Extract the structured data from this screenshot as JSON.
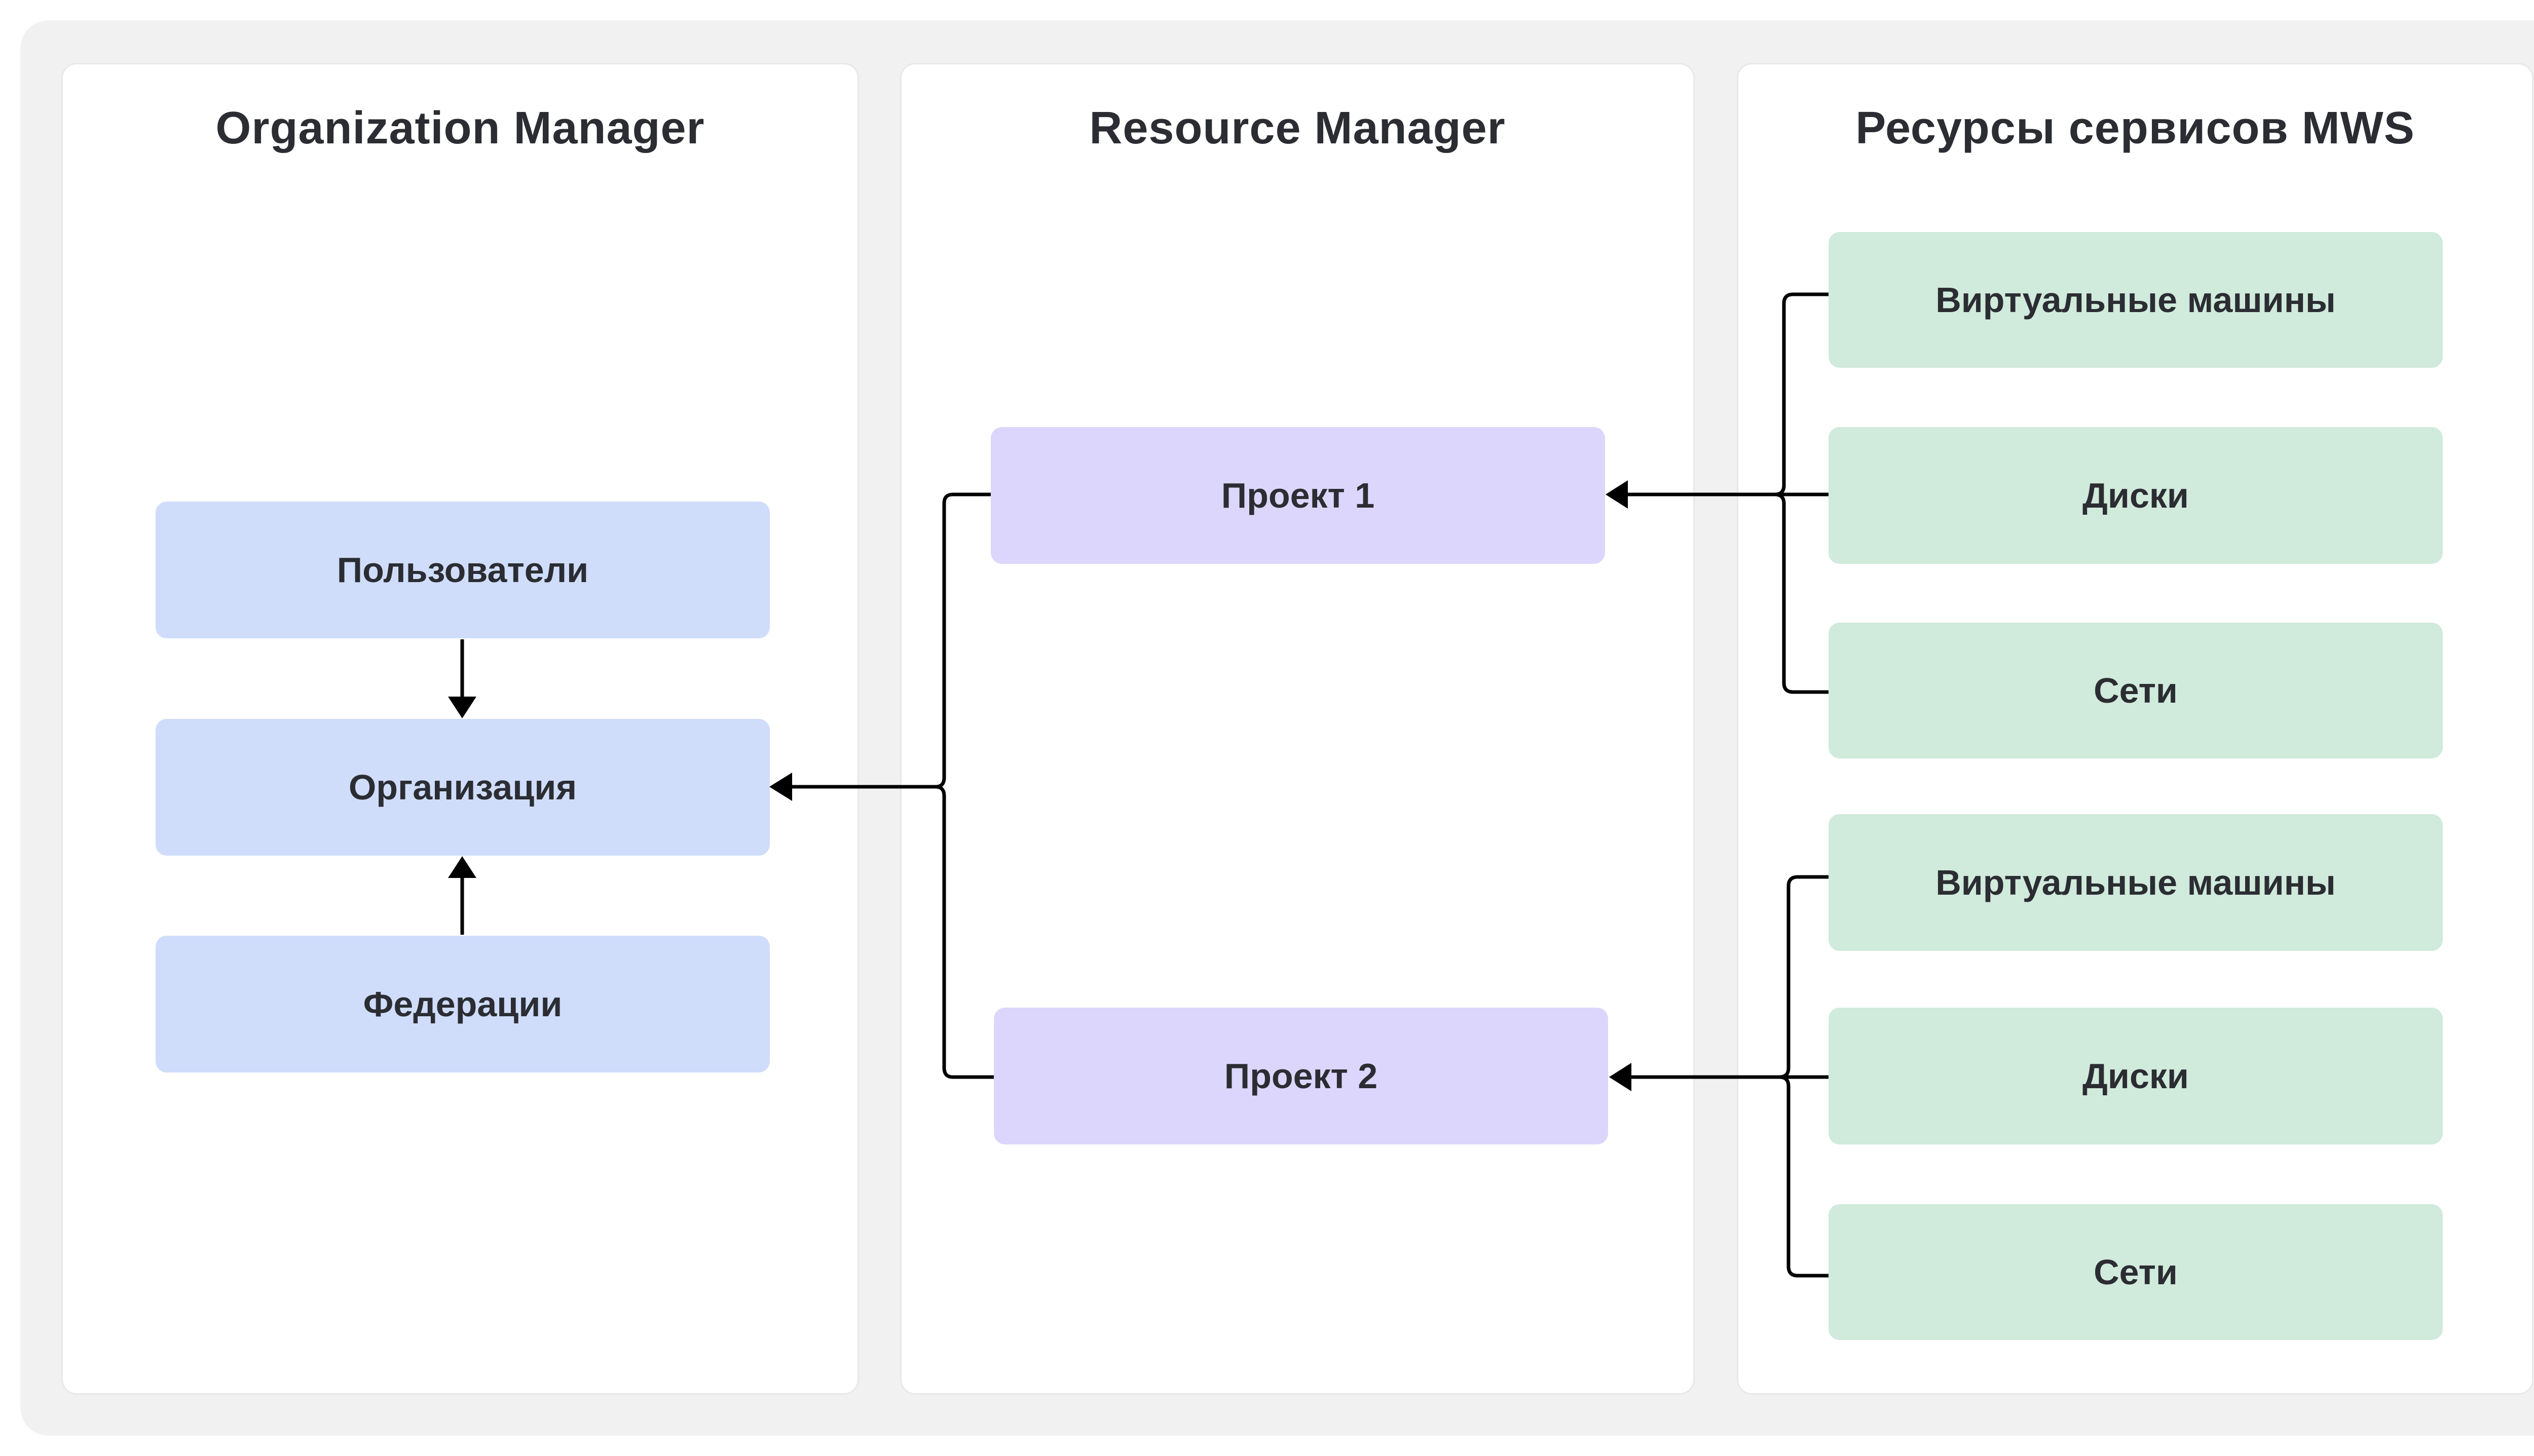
{
  "columns": [
    {
      "title": "Organization Manager",
      "boxes": [
        "Пользователи",
        "Организация",
        "Федерации"
      ]
    },
    {
      "title": "Resource Manager",
      "boxes": [
        "Проект 1",
        "Проект 2"
      ]
    },
    {
      "title": "Ресурсы сервисов MWS",
      "groups": [
        [
          "Виртуальные машины",
          "Диски",
          "Сети"
        ],
        [
          "Виртуальные машины",
          "Диски",
          "Сети"
        ]
      ]
    }
  ],
  "colors": {
    "frame_bg": "#f1f1f1",
    "org_box": "#cfddfa",
    "project_box": "#dcd6fc",
    "resource_box": "#d0eadb",
    "text": "#2b2d33",
    "connector": "#000000"
  }
}
